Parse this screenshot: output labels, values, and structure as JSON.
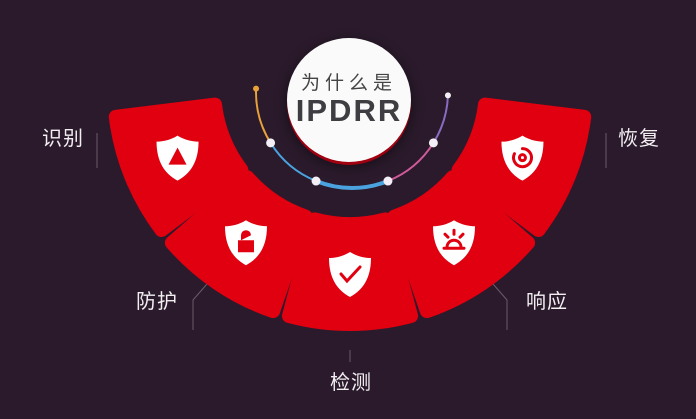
{
  "center": {
    "line1": "为什么是",
    "line2": "IPDRR"
  },
  "stages": [
    {
      "label": "识别",
      "icon": "shield-alert-icon"
    },
    {
      "label": "防护",
      "icon": "shield-lock-icon"
    },
    {
      "label": "检测",
      "icon": "shield-check-icon"
    },
    {
      "label": "响应",
      "icon": "shield-alarm-icon"
    },
    {
      "label": "恢复",
      "icon": "shield-restore-icon"
    }
  ],
  "colors": {
    "background": "#2a1a2b",
    "panel": "#e00010",
    "arc": [
      "#e8a23a",
      "#4aa3df",
      "#d05a9a",
      "#8a6cc0"
    ]
  }
}
